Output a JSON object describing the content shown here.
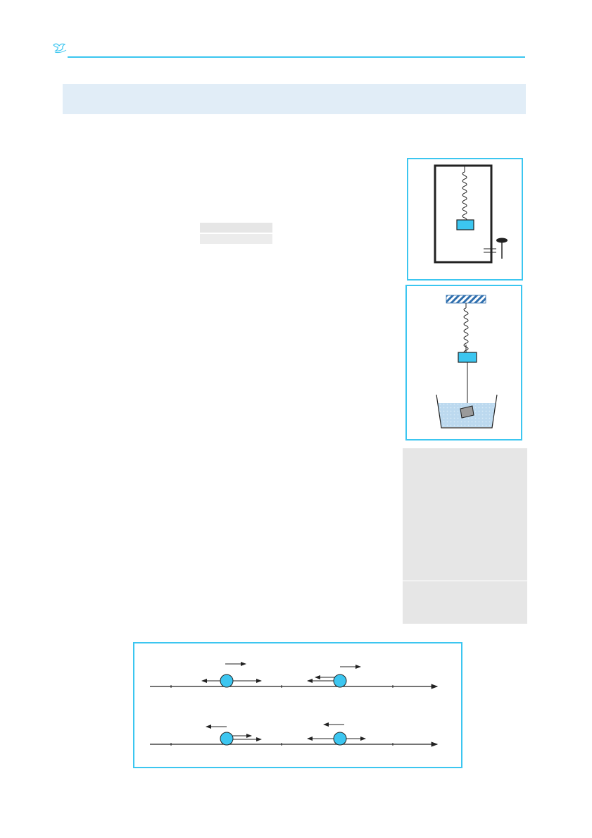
{
  "header": {
    "logo_icon": "bird-logo-icon",
    "rule_color": "#3cc6f0"
  },
  "colors": {
    "accent": "#3cc6f0",
    "title_band": "#e1edf7",
    "sidebar_grey": "#e6e6e6",
    "block_fill": "#3cc6f0",
    "water_fill": "#bcd9ef"
  },
  "title_band": {
    "text": ""
  },
  "figures": {
    "spring_in_frame": {
      "icon": "spring-mass-frame-figure"
    },
    "spring_with_beaker": {
      "icon": "spring-mass-beaker-figure"
    },
    "motion_diagram": {
      "icon": "ball-velocity-acceleration-figure"
    }
  },
  "sidebar_note": {
    "text": ""
  }
}
